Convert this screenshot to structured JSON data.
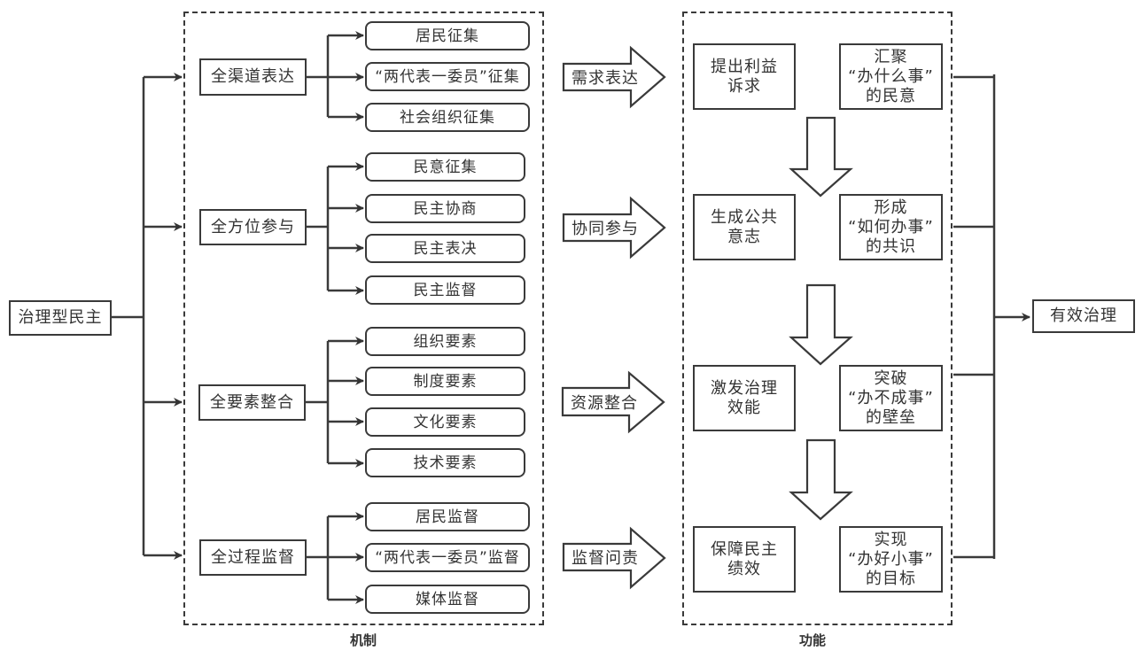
{
  "root": {
    "label": "治理型民主"
  },
  "result": {
    "label": "有效治理"
  },
  "mechanism": {
    "caption": "机制",
    "groups": [
      {
        "label": "全渠道表达",
        "items": [
          "居民征集",
          "“两代表一委员”征集",
          "社会组织征集"
        ]
      },
      {
        "label": "全方位参与",
        "items": [
          "民意征集",
          "民主协商",
          "民主表决",
          "民主监督"
        ]
      },
      {
        "label": "全要素整合",
        "items": [
          "组织要素",
          "制度要素",
          "文化要素",
          "技术要素"
        ]
      },
      {
        "label": "全过程监督",
        "items": [
          "居民监督",
          "“两代表一委员”监督",
          "媒体监督"
        ]
      }
    ]
  },
  "links": [
    "需求表达",
    "协同参与",
    "资源整合",
    "监督问责"
  ],
  "function": {
    "caption": "功能",
    "rows": [
      {
        "left": "提出利益\n诉求",
        "right": "汇聚\n“办什么事”\n的民意"
      },
      {
        "left": "生成公共\n意志",
        "right": "形成\n“如何办事”\n的共识"
      },
      {
        "left": "激发治理\n效能",
        "right": "突破\n“办不成事”\n的壁垒"
      },
      {
        "left": "保障民主\n绩效",
        "right": "实现\n“办好小事”\n的目标"
      }
    ]
  }
}
